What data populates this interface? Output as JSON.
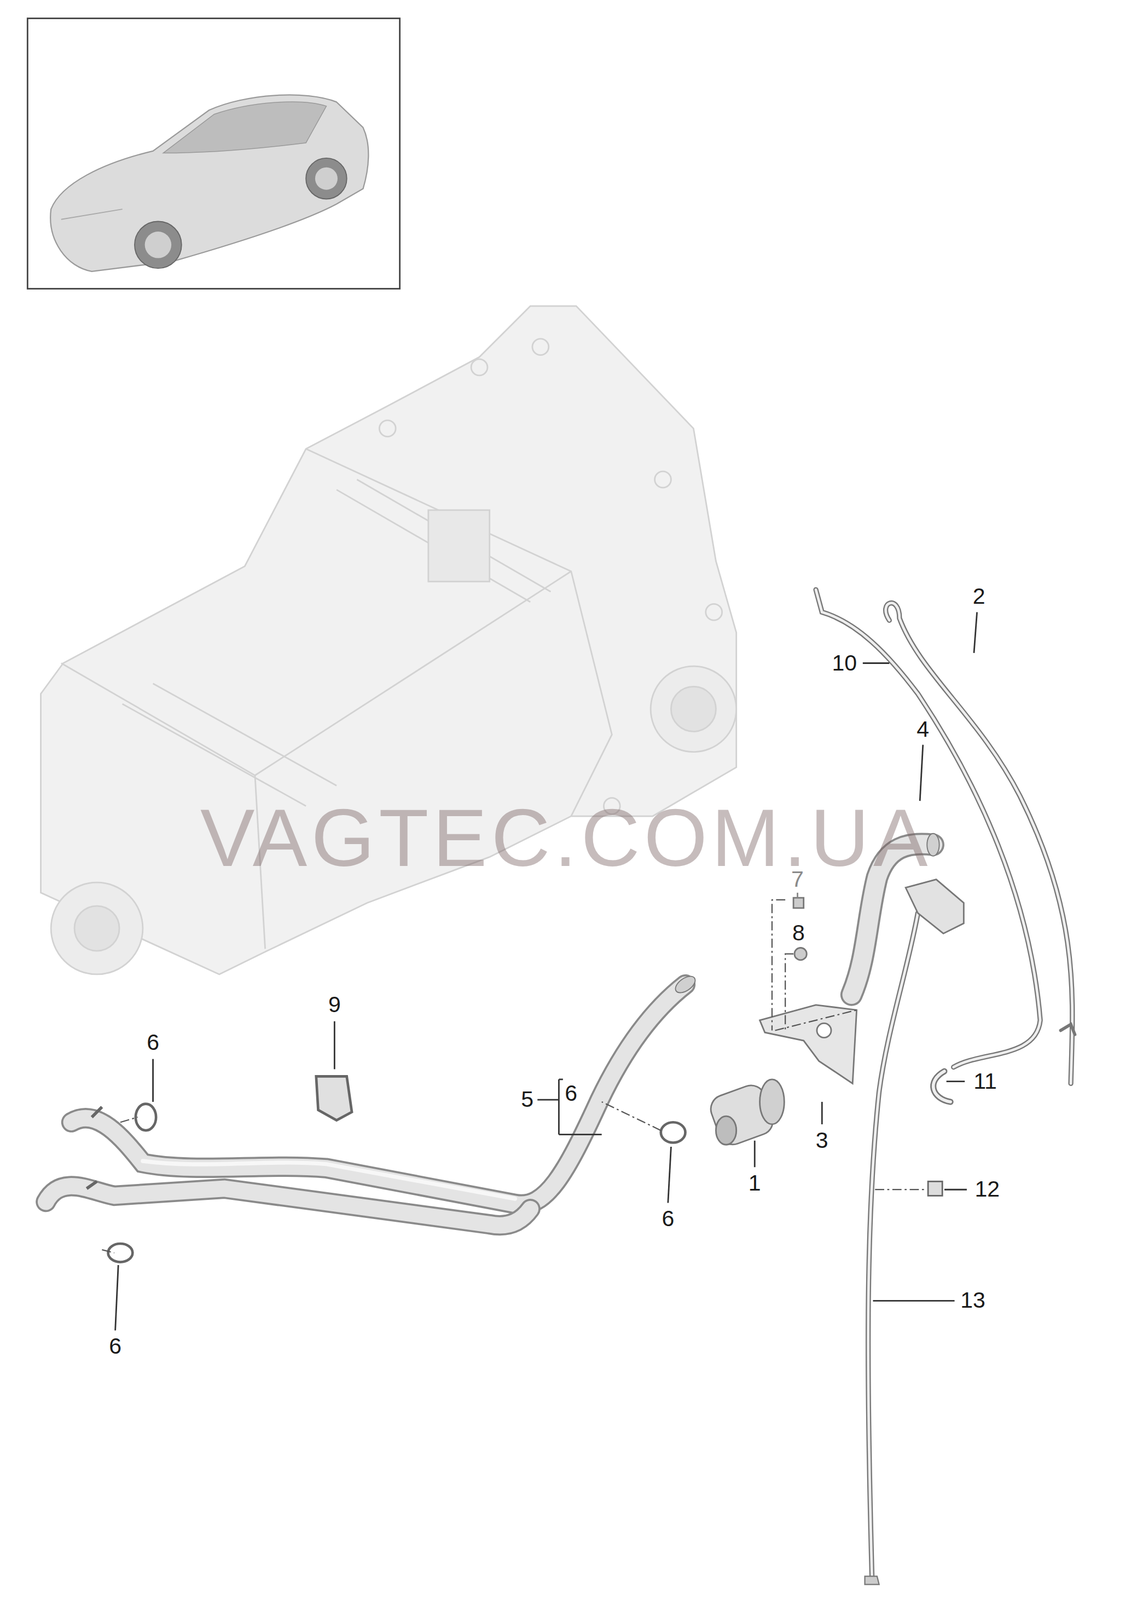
{
  "diagram": {
    "labels": [
      "2",
      "10",
      "4",
      "VAGTEC.COM.UA",
      "7",
      "8",
      "9",
      "6",
      "5",
      "6",
      "11",
      "3",
      "1",
      "6",
      "12",
      "13",
      "6"
    ]
  }
}
